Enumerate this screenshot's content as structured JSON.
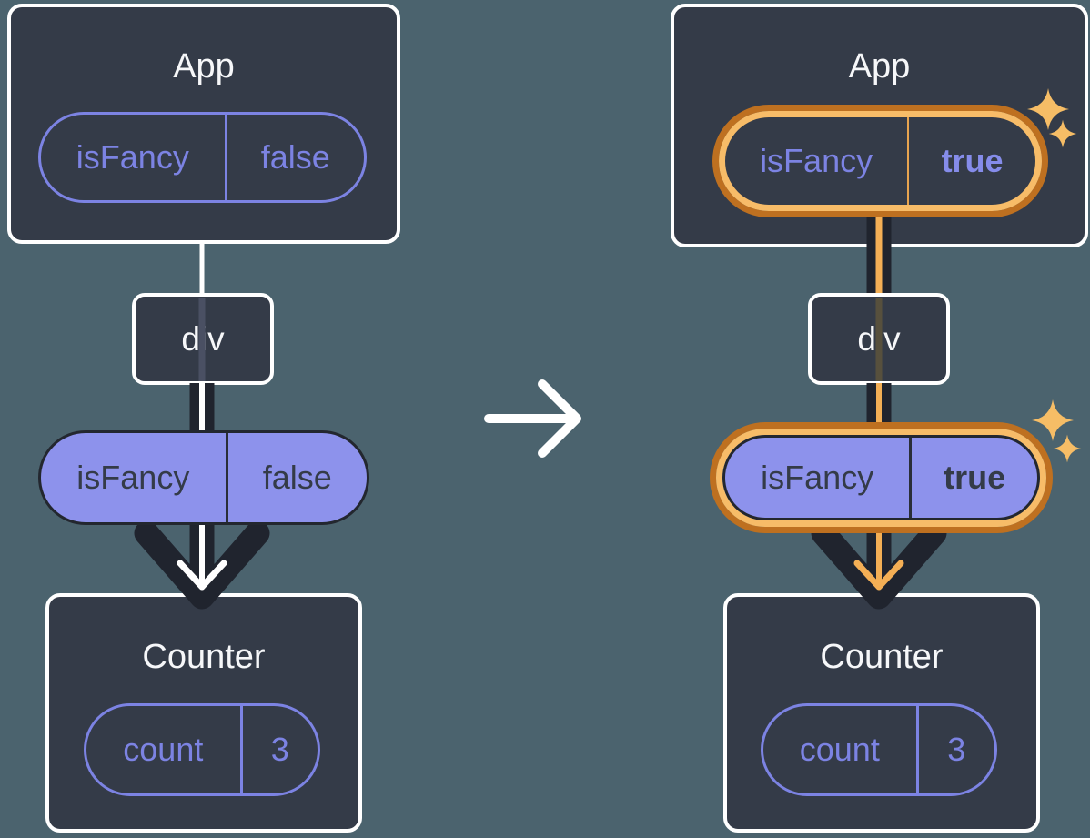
{
  "left_tree": {
    "app": {
      "title": "App",
      "prop_name": "isFancy",
      "prop_value": "false"
    },
    "div_label": "div",
    "passed_prop": {
      "name": "isFancy",
      "value": "false"
    },
    "counter": {
      "title": "Counter",
      "state_name": "count",
      "state_value": "3"
    }
  },
  "right_tree": {
    "app": {
      "title": "App",
      "prop_name": "isFancy",
      "prop_value": "true"
    },
    "div_label": "div",
    "passed_prop": {
      "name": "isFancy",
      "value": "true"
    },
    "counter": {
      "title": "Counter",
      "state_name": "count",
      "state_value": "3"
    }
  },
  "icons": {
    "transition": "arrow-right-icon",
    "highlight": "sparkle-icon",
    "flow": "arrow-down-icon"
  },
  "colors": {
    "background": "#4B636E",
    "card_fill": "#343B48",
    "card_border": "#FFFFFF",
    "purple_outline": "#7C83E3",
    "purple_fill": "#8D92EC",
    "pill_text_dark": "#343B48",
    "dark_line": "#20242E",
    "white_line": "#FFFFFF",
    "orange_ring_outer": "#BE7020",
    "orange_ring_inner": "#F7BC68",
    "orange_line": "#F4AF55",
    "sparkle": "#F6BD66"
  }
}
